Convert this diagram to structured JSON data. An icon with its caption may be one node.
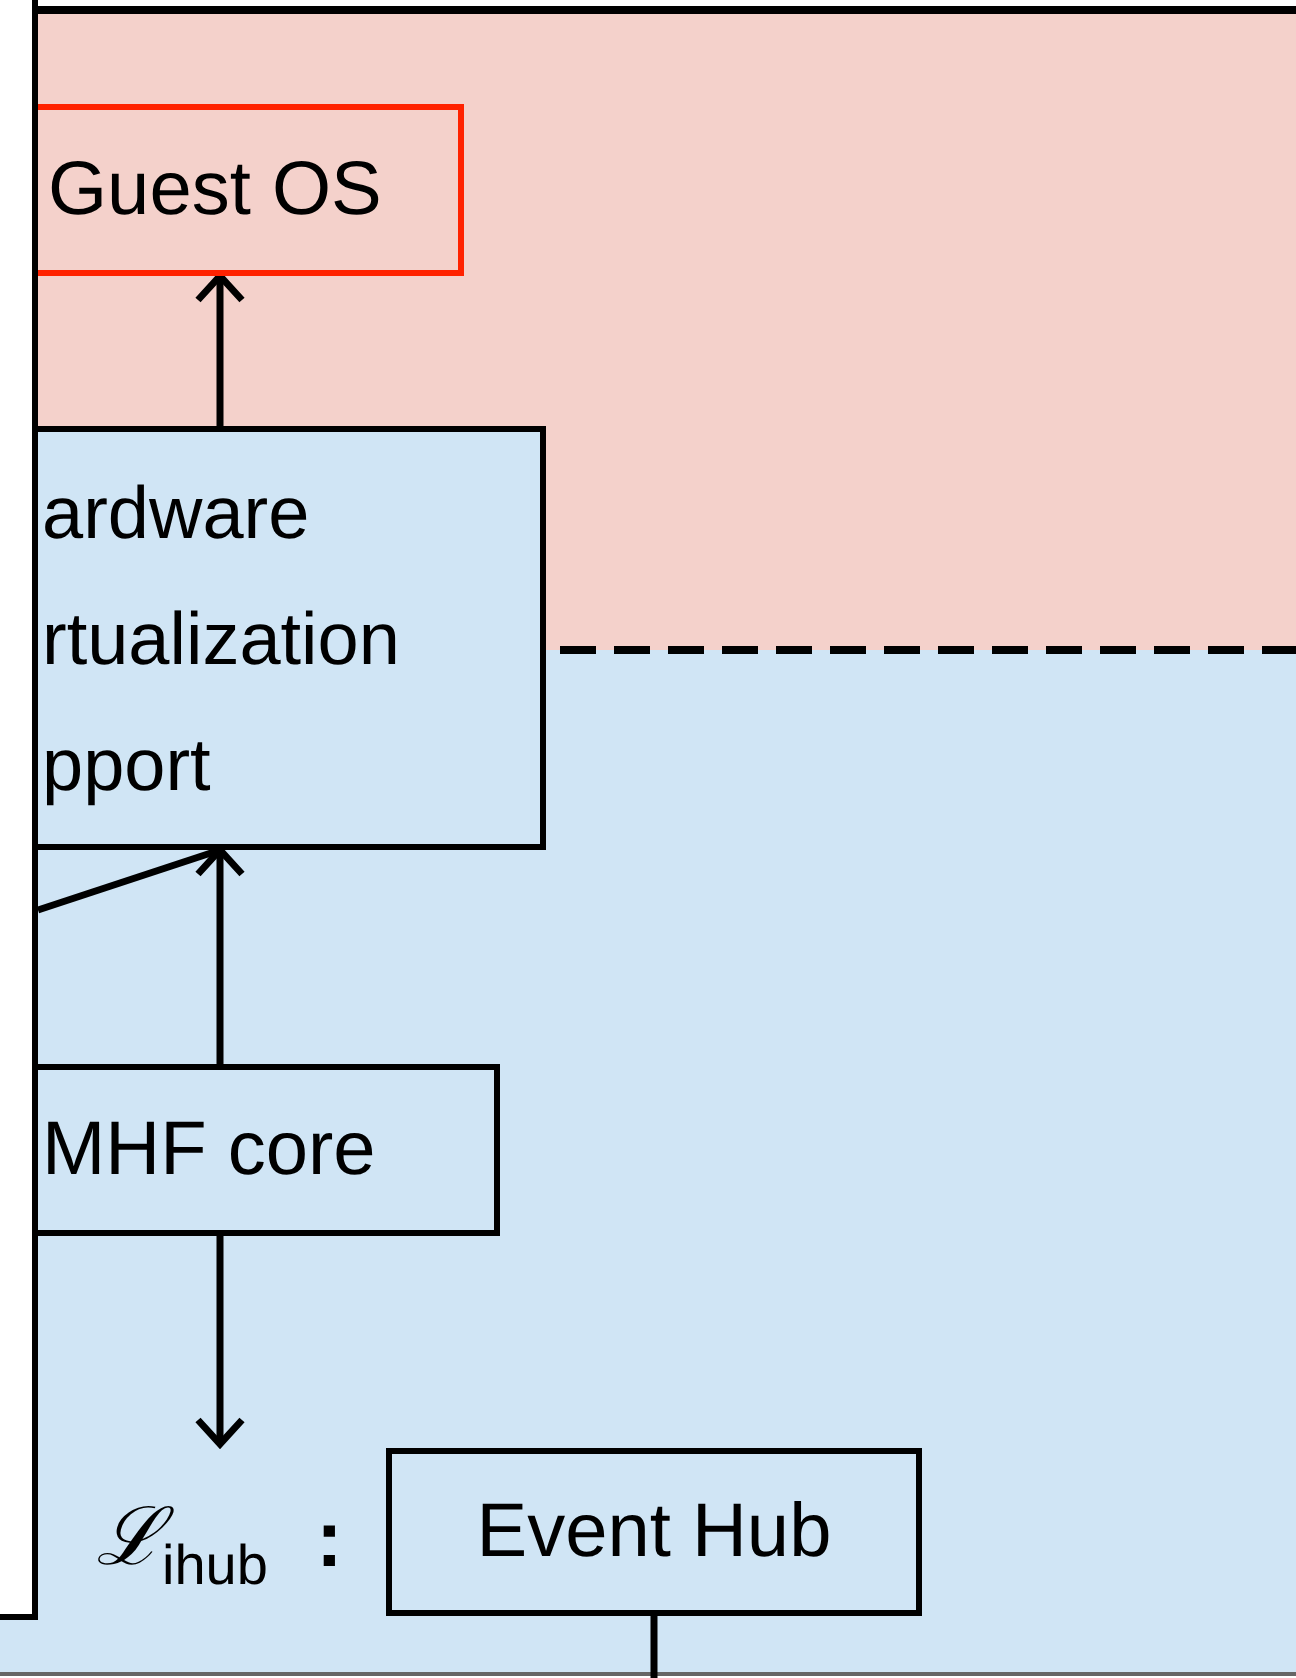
{
  "diagram": {
    "nodes": [
      {
        "text": [
          "Guest OS"
        ]
      },
      {
        "text": [
          "ardware rtualization pport"
        ]
      },
      {
        "text": [
          "MHF core"
        ]
      },
      {
        "text": [
          "ℒ$_{ihub}$"
        ]
      },
      {
        "text": [
          "Event Hub"
        ]
      },
      {
        "text": [],
        "shape": "box"
      }
    ],
    "edges": [
      {
        "from": 1,
        "to": 0,
        "arrow": "to"
      },
      {
        "from": 2,
        "to": 1,
        "arrow": "to"
      },
      {
        "from": 2,
        "to": 3,
        "arrow": "to"
      },
      {
        "from": 5,
        "to": 1,
        "arrow": "none"
      },
      {
        "from": 4,
        "to": null,
        "arrow": "none"
      }
    ],
    "labels": [
      ":"
    ]
  }
}
